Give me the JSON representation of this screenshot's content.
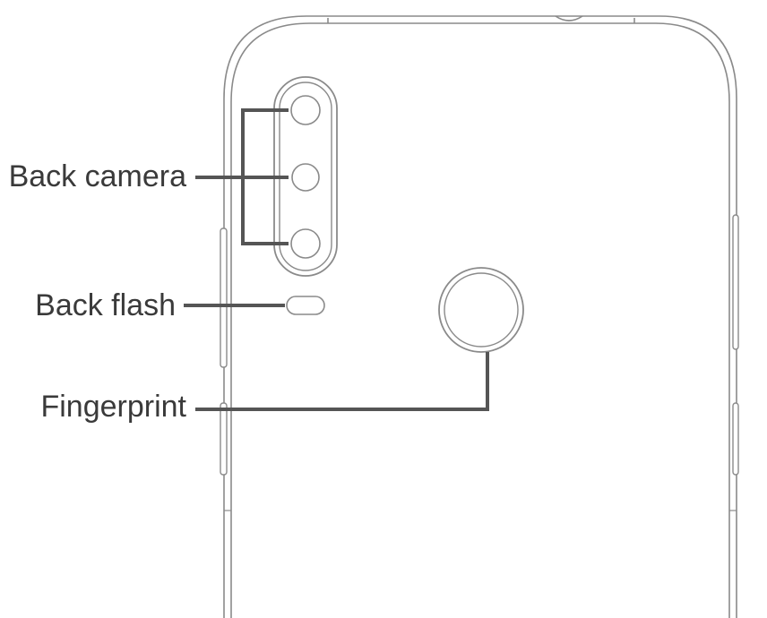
{
  "labels": {
    "back_camera": "Back camera",
    "back_flash": "Back flash",
    "fingerprint": "Fingerprint"
  },
  "colors": {
    "outline": "#8a8a8a",
    "callout_line": "#555555",
    "label_text": "#3a3a3a"
  }
}
